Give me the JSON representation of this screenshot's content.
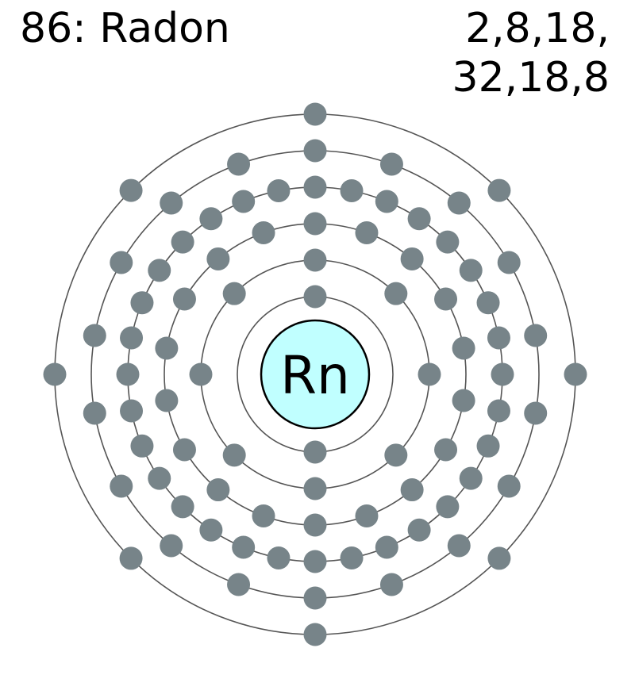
{
  "element": {
    "heading": "86: Radon",
    "symbol": "Rn",
    "config_line1": "2,8,18,",
    "config_line2": "32,18,8"
  },
  "shells": [
    2,
    8,
    18,
    32,
    18,
    8
  ],
  "colors": {
    "nucleus_fill": "#c0ffff",
    "electron": "#778489",
    "shell_line": "#555555",
    "outline": "#000000",
    "text": "#000000"
  }
}
